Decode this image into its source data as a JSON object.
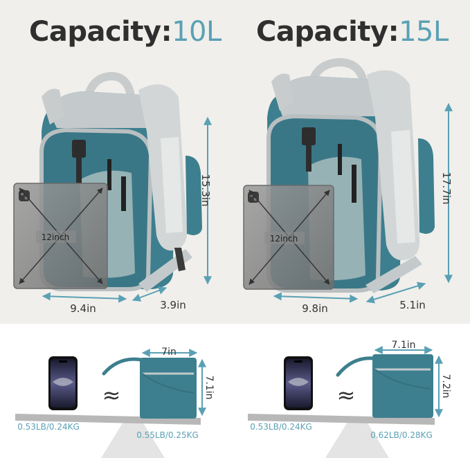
{
  "left": {
    "capacity_label": "Capacity:",
    "capacity_value": "10L",
    "height": "15.3in",
    "diagonal": "12inch",
    "width": "9.4in",
    "depth": "3.9in",
    "pouch_width": "7in",
    "pouch_height": "7.1in",
    "phone_weight": "0.53LB/0.24KG",
    "pouch_weight": "0.55LB/0.25KG"
  },
  "right": {
    "capacity_label": "Capacity:",
    "capacity_value": "15L",
    "height": "17.7in",
    "diagonal": "12inch",
    "width": "9.8in",
    "depth": "5.1in",
    "pouch_width": "7.1in",
    "pouch_height": "7.2in",
    "phone_weight": "0.53LB/0.24KG",
    "pouch_weight": "0.62LB/0.28KG"
  },
  "approx_symbol": "≈",
  "colors": {
    "teal": "#3d7f8e",
    "accent": "#5aa0b5",
    "background": "#f0efeb"
  }
}
